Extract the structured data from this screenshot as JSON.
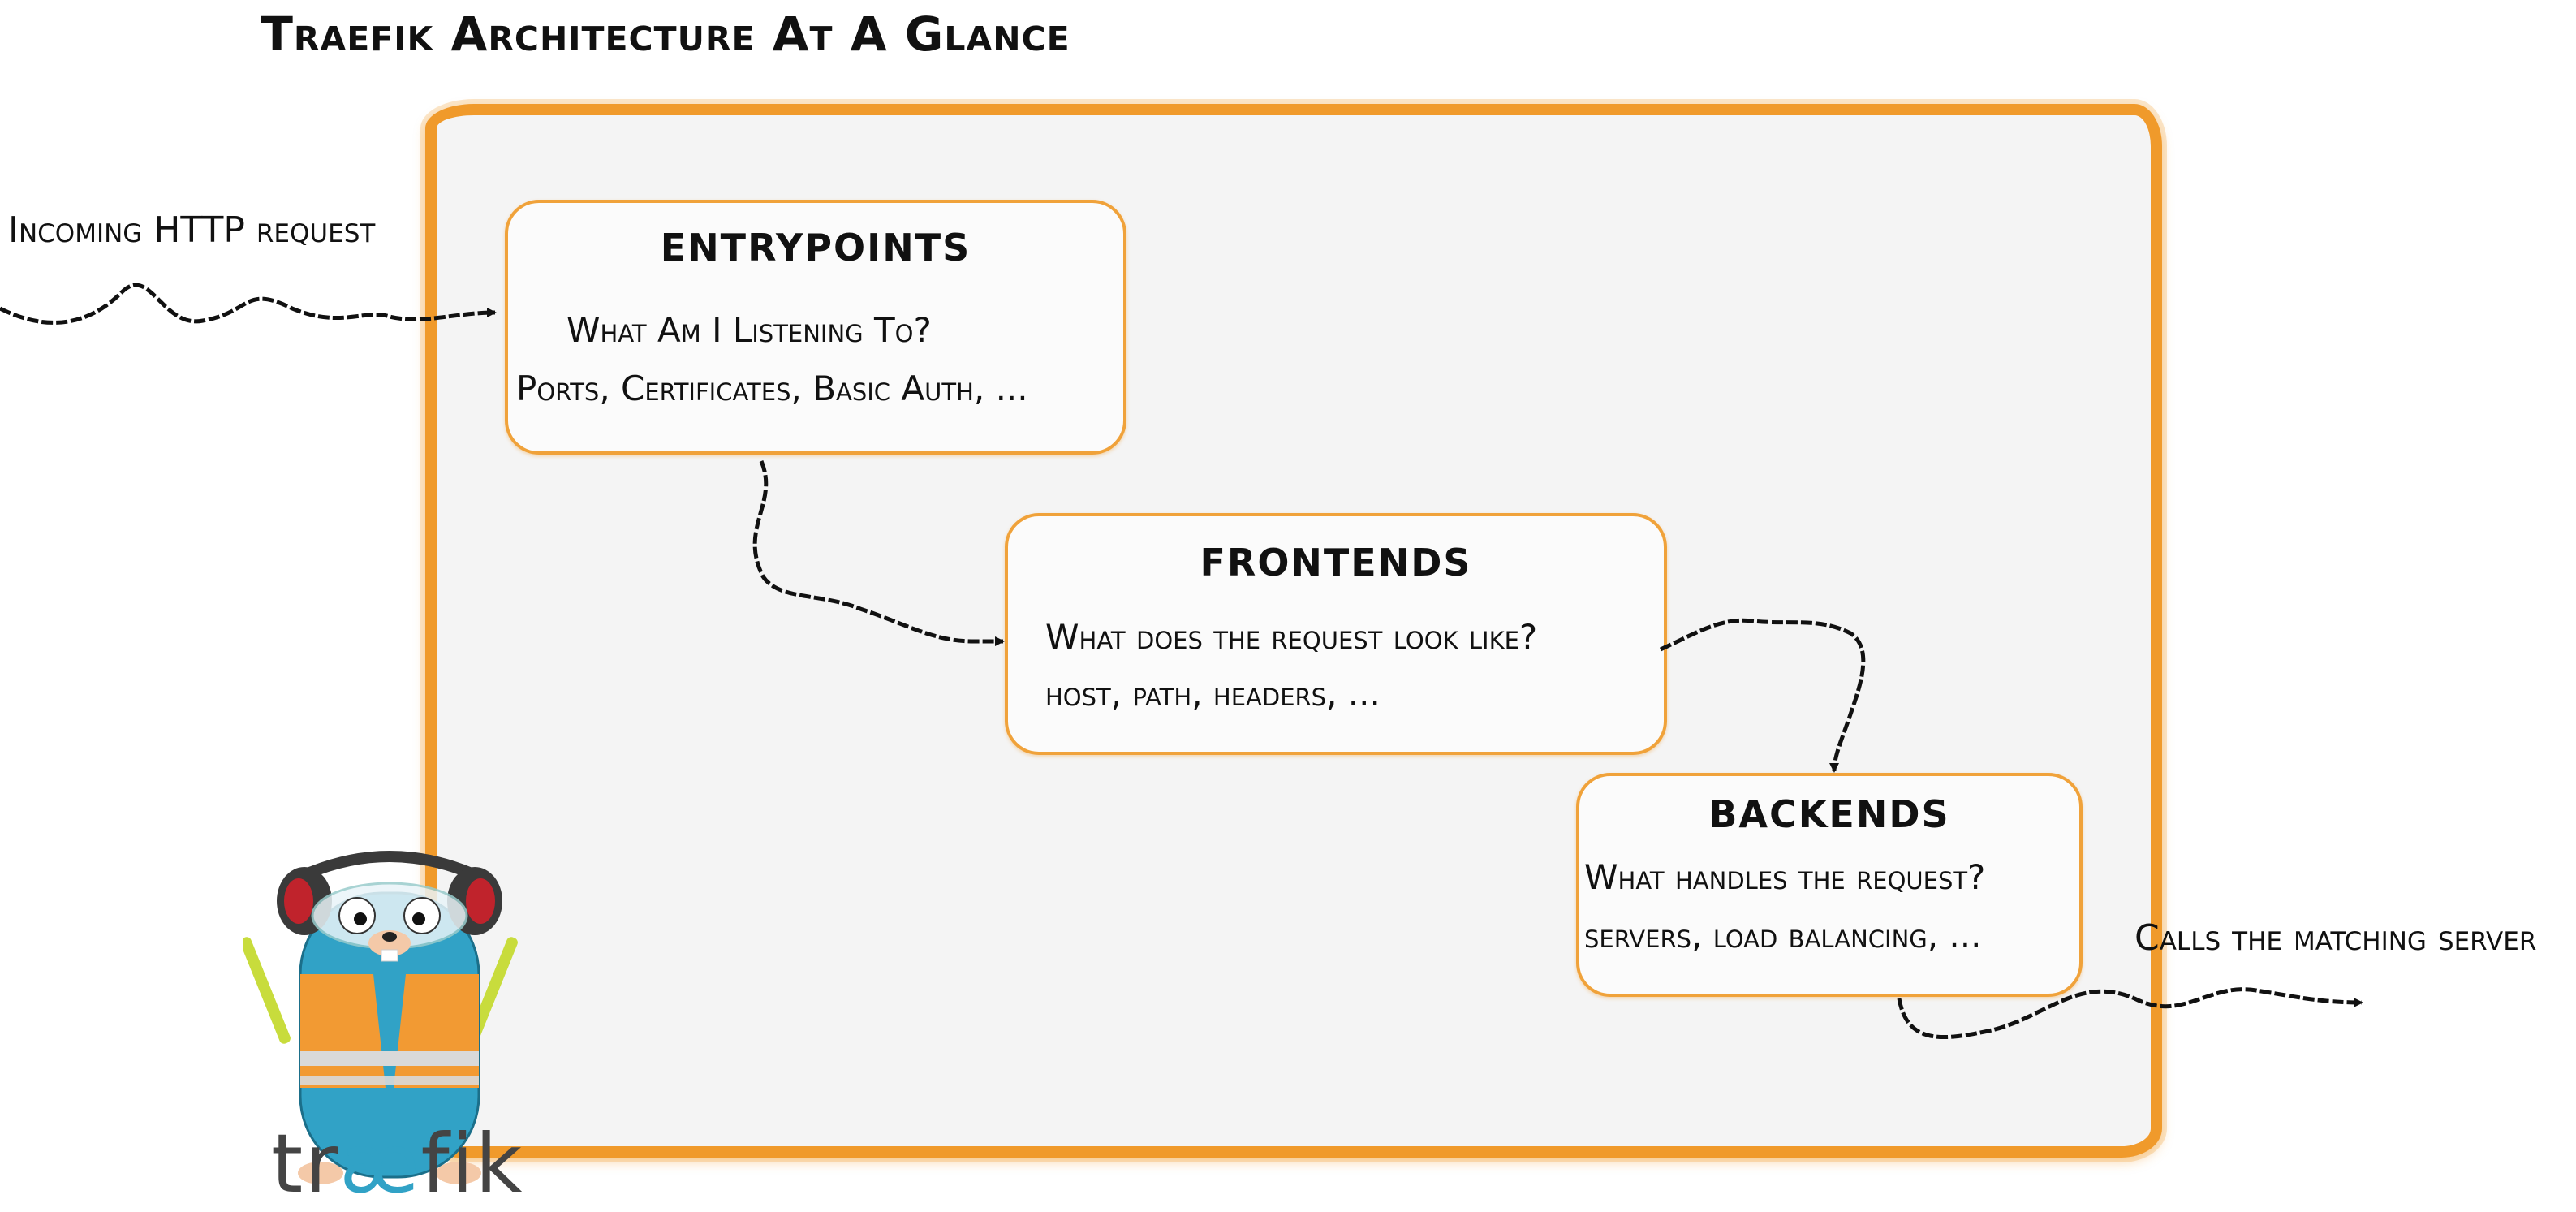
{
  "title": "Traefik Architecture At A Glance",
  "incoming": "Incoming HTTP request",
  "outgoing": "Calls the matching server",
  "boxes": {
    "entrypoints": {
      "head": "ENTRYPOINTS",
      "line1": "What Am I Listening To?",
      "line2": "Ports, Certificates, Basic Auth, ..."
    },
    "frontends": {
      "head": "FRONTENDS",
      "line1": "What does the request look like?",
      "line2": "host, path, headers, ..."
    },
    "backends": {
      "head": "BACKENDS",
      "line1": "What handles the request?",
      "line2": "servers, load balancing, ..."
    }
  },
  "logo": {
    "prefix": "tr",
    "ae": "æ",
    "suffix": "fik"
  },
  "colors": {
    "frame": "#f09a2b",
    "background": "#f4f4f4",
    "mascot_body": "#31a2c6",
    "vest": "#f29a33"
  }
}
